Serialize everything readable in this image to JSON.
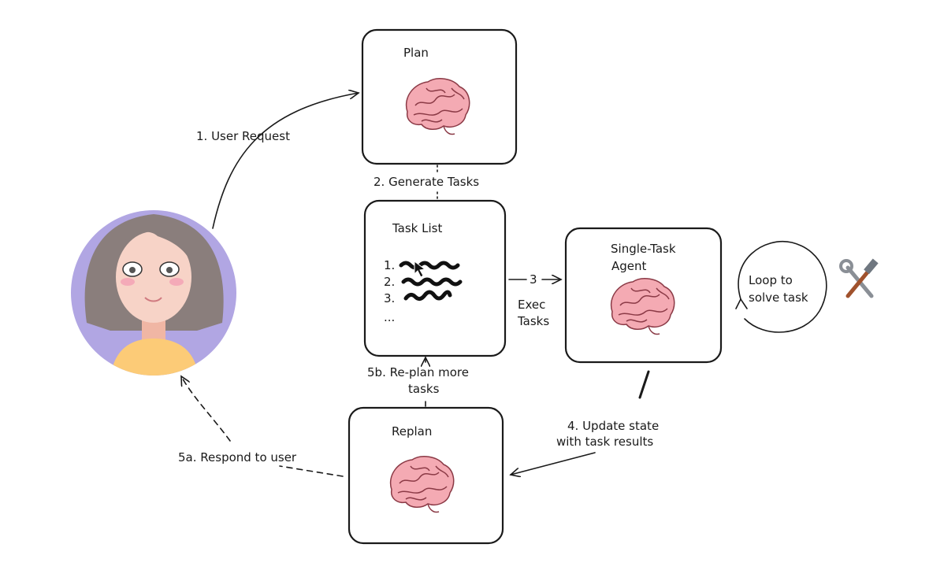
{
  "nodes": {
    "plan": {
      "title": "Plan"
    },
    "task_list": {
      "title": "Task List",
      "items": [
        "1.",
        "2.",
        "3.",
        "..."
      ]
    },
    "agent": {
      "title_line1": "Single-Task",
      "title_line2": "Agent"
    },
    "loop": {
      "line1": "Loop to",
      "line2": "solve task"
    },
    "replan": {
      "title": "Replan"
    }
  },
  "edges": {
    "user_request": "1. User Request",
    "generate_tasks": "2. Generate Tasks",
    "exec_number": "3",
    "exec_line1": "Exec",
    "exec_line2": "Tasks",
    "update_line1": "4. Update state",
    "update_line2": "with task results",
    "replan_more_line1": "5b. Re-plan more",
    "replan_more_line2": "tasks",
    "respond": "5a. Respond to user"
  },
  "icons": {
    "brain": "brain-icon",
    "tools": "hammer-wrench-icon",
    "user": "user-avatar"
  },
  "colors": {
    "avatar_bg": "#b1a6e3",
    "hair": "#8a7e7c",
    "skin": "#f7d3c7",
    "shirt": "#fccb77",
    "brain": "#f4aab3"
  }
}
